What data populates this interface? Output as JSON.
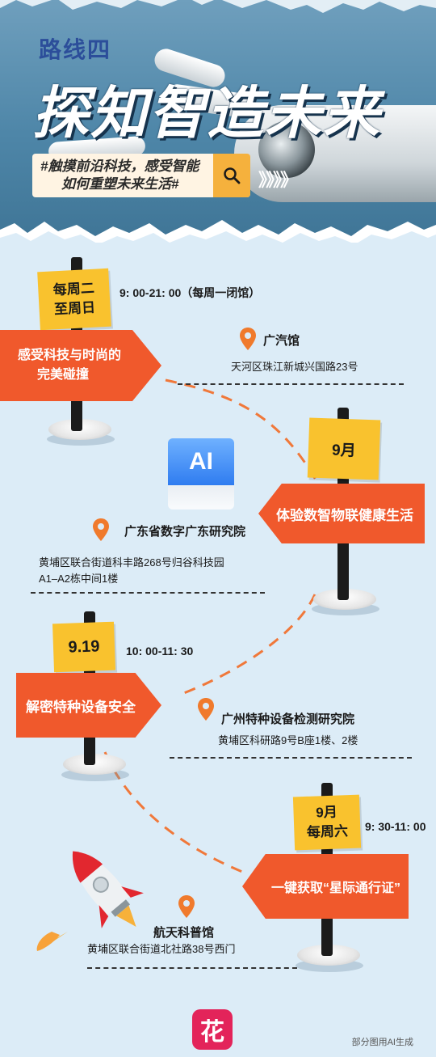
{
  "header": {
    "route_label": "路线四",
    "title": "探知智造未来",
    "search_text_line1": "#触摸前沿科技，感受智能",
    "search_text_line2": "如何重塑未来生活#",
    "chevrons": "》》》》"
  },
  "stops": [
    {
      "time_sign_line1": "每周二",
      "time_sign_line2": "至周日",
      "hours": "9: 00-21: 00（每周一闭馆）",
      "arrow_line1": "感受科技与时尚的",
      "arrow_line2": "完美碰撞",
      "venue": "广汽馆",
      "address": "天河区珠江新城兴国路23号"
    },
    {
      "time_sign": "9月",
      "arrow": "体验数智物联健康生活",
      "venue": "广东省数字广东研究院",
      "address_line1": "黄埔区联合街道科丰路268号归谷科技园",
      "address_line2": "A1–A2栋中间1楼",
      "ai_label": "AI"
    },
    {
      "time_sign": "9.19",
      "hours": "10: 00-11: 30",
      "arrow": "解密特种设备安全",
      "venue": "广州特种设备检测研究院",
      "address": "黄埔区科研路9号B座1楼、2楼"
    },
    {
      "time_sign_line1": "9月",
      "time_sign_line2": "每周六",
      "hours": "9: 30-11: 00",
      "arrow": "一键获取“星际通行证”",
      "venue": "航天科普馆",
      "address": "黄埔区联合街道北社路38号西门"
    }
  ],
  "footer": {
    "logo_glyph": "花",
    "note": "部分图用AI生成"
  },
  "colors": {
    "accent_orange": "#f0592c",
    "sign_yellow": "#f9c22e",
    "background": "#dcecf7",
    "header_blue": "#4e86a8"
  }
}
